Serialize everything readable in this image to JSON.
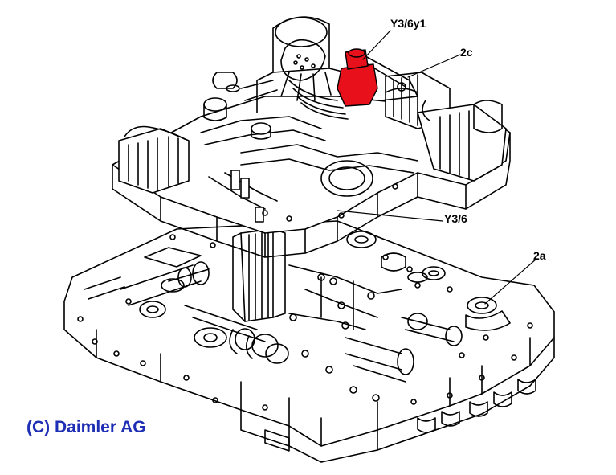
{
  "diagram": {
    "callouts": {
      "y3_6y1": "Y3/6y1",
      "c2": "2c",
      "y3_6": "Y3/6",
      "a2": "2a"
    },
    "copyright": "(C) Daimler AG"
  },
  "colors": {
    "line": "#000000",
    "highlight": "#e8101a",
    "copyright": "#1f2fb5",
    "background": "#ffffff"
  }
}
